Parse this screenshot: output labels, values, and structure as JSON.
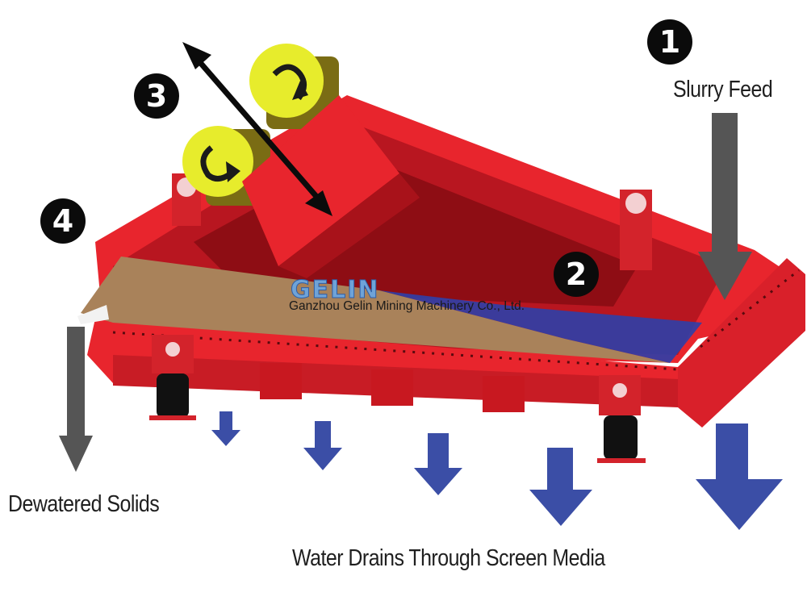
{
  "labels": {
    "slurry_feed": "Slurry Feed",
    "dewatered_solids": "Dewatered Solids",
    "water_drains": "Water Drains Through Screen Media"
  },
  "badges": [
    "1",
    "2",
    "3",
    "4"
  ],
  "watermark": {
    "brand": "GELIN",
    "company": "Ganzhou Gelin Mining Machinery Co., Ltd."
  },
  "colors": {
    "machine_red": "#e8252d",
    "machine_dark": "#9c0f16",
    "motor_yellow": "#e7ec2c",
    "solids_brown": "#a9825a",
    "water_blue": "#2e3fa8",
    "arrow_grey": "#555555",
    "drain_arrow_blue": "#3b4ea6"
  }
}
